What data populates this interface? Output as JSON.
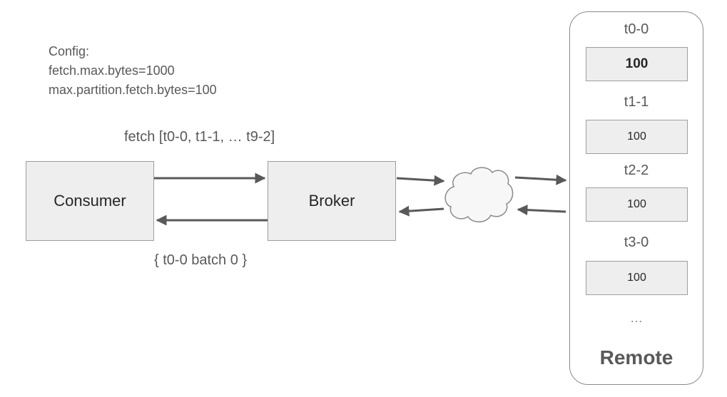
{
  "config": {
    "heading": "Config:",
    "lines": [
      "fetch.max.bytes=1000",
      "max.partition.fetch.bytes=100"
    ]
  },
  "request_label": "fetch [t0-0, t1-1, … t9-2]",
  "response_label": "{ t0-0 batch 0 }",
  "consumer": {
    "label": "Consumer"
  },
  "broker": {
    "label": "Broker"
  },
  "remote": {
    "title": "Remote",
    "partitions": [
      {
        "name": "t0-0",
        "value": "100"
      },
      {
        "name": "t1-1",
        "value": "100"
      },
      {
        "name": "t2-2",
        "value": "100"
      },
      {
        "name": "t3-0",
        "value": "100"
      }
    ],
    "more": "…"
  },
  "colors": {
    "box_fill": "#eeeeee",
    "box_border": "#9e9e9e",
    "arrow": "#595959",
    "text": "#595959"
  }
}
